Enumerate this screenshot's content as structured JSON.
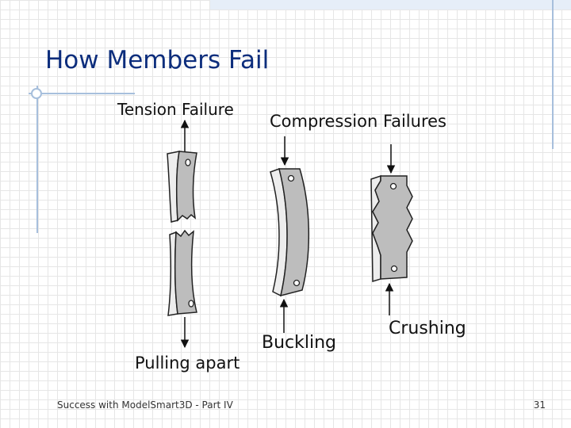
{
  "slide": {
    "title": "How Members Fail",
    "footer": "Success with ModelSmart3D - Part IV",
    "page_number": "31"
  },
  "tension": {
    "heading": "Tension Failure",
    "caption": "Pulling apart"
  },
  "compression": {
    "heading": "Compression Failures",
    "buckling_caption": "Buckling",
    "crushing_caption": "Crushing"
  },
  "colors": {
    "title": "#0c2d7c",
    "member_fill": "#bdbdbd",
    "member_side": "#ededed",
    "accent_line": "#a7bfdc"
  }
}
